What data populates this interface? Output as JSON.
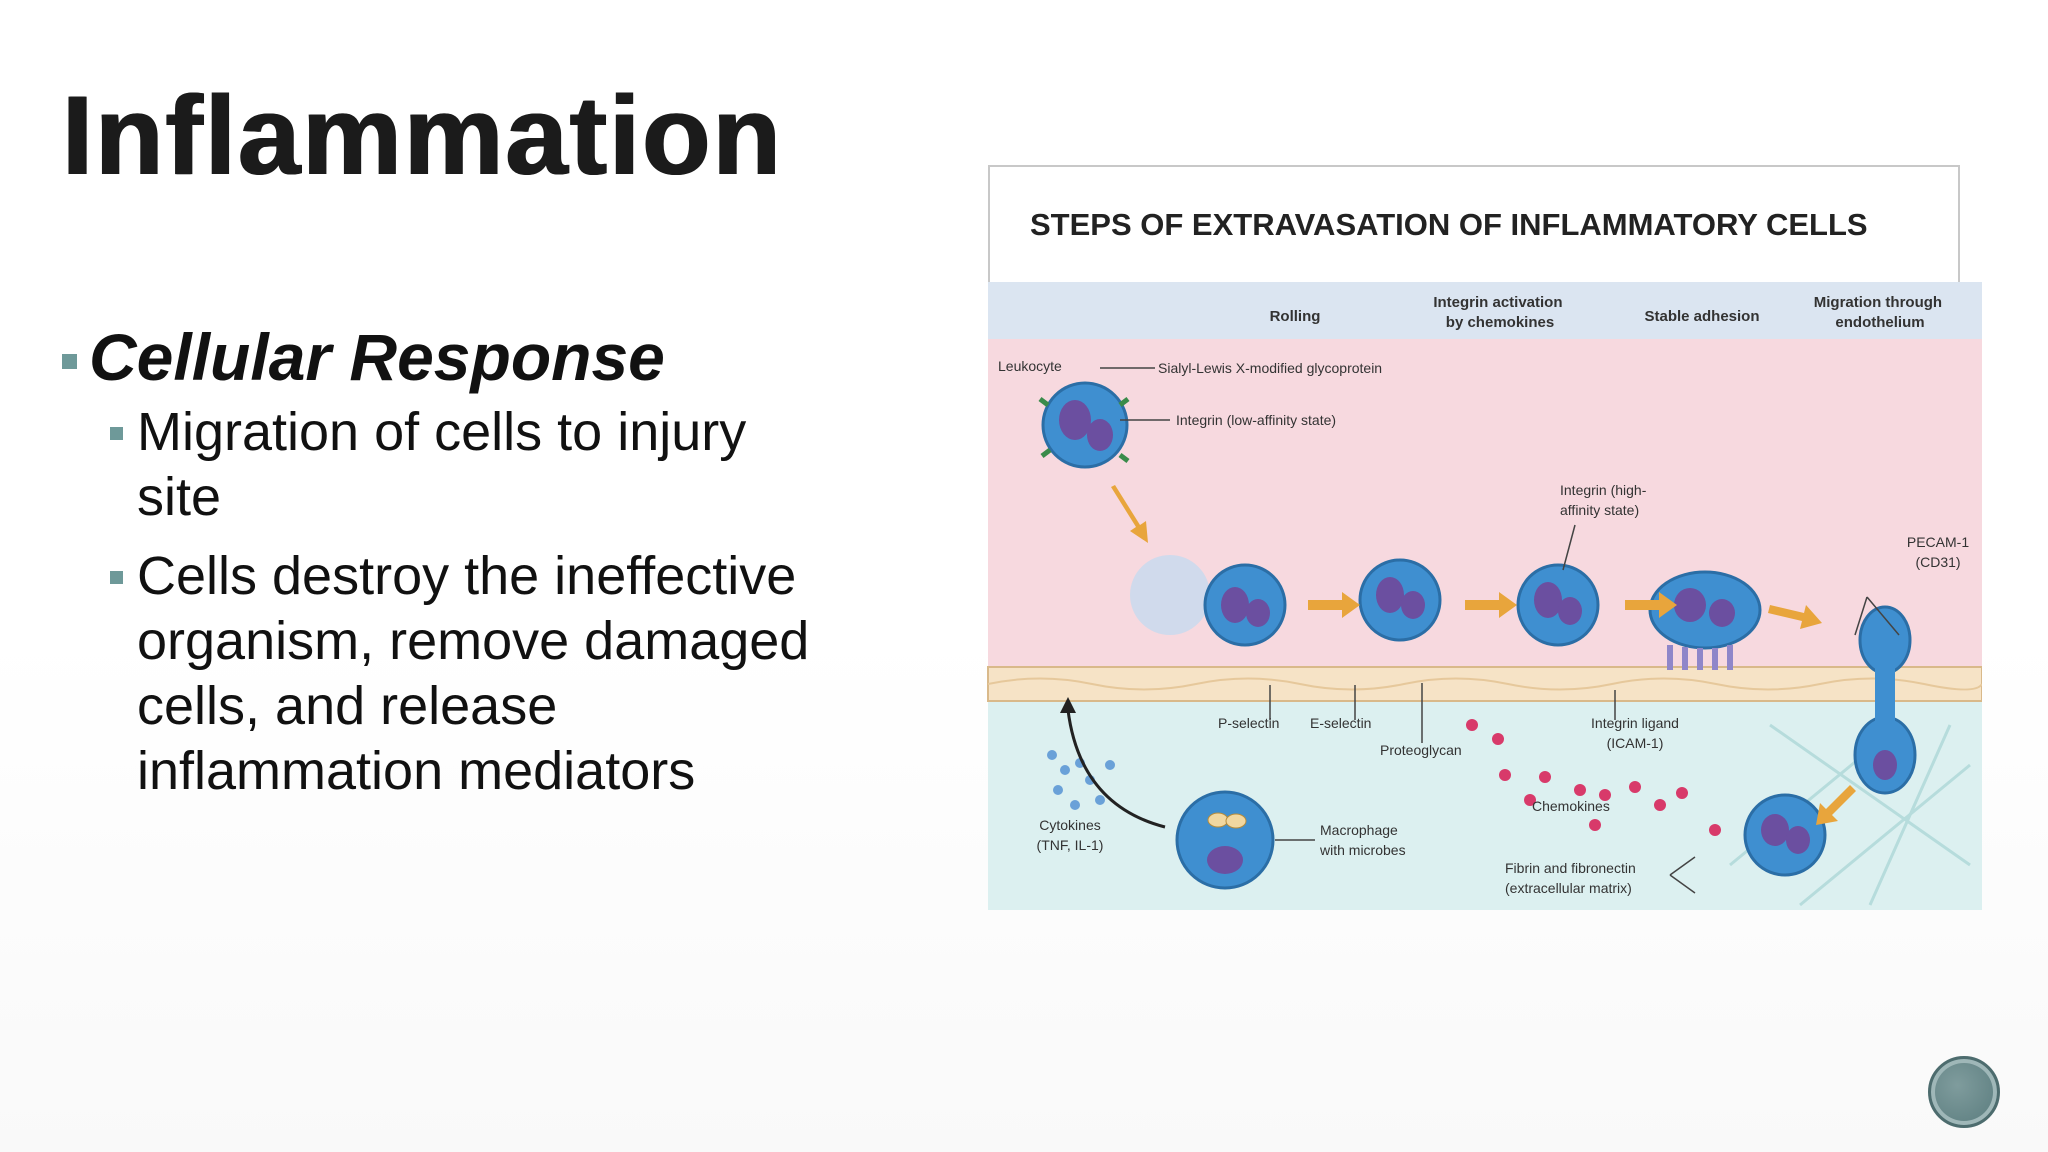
{
  "slide": {
    "title": "Inflammation",
    "heading": "Cellular Response",
    "bullets": [
      {
        "lines": [
          "Migration of cells to injury",
          "site"
        ]
      },
      {
        "lines": [
          "Cells destroy the ineffective",
          "organism, remove damaged",
          "cells, and release",
          "inflammation mediators"
        ]
      }
    ],
    "accent_color": "#6e9999"
  },
  "figure": {
    "title": "STEPS OF EXTRAVASATION OF INFLAMMATORY CELLS",
    "stages": [
      {
        "lines": [
          "Rolling"
        ]
      },
      {
        "lines": [
          "Integrin activation",
          "by chemokines"
        ]
      },
      {
        "lines": [
          "Stable adhesion"
        ]
      },
      {
        "lines": [
          "Migration through",
          "endothelium"
        ]
      }
    ],
    "labels": {
      "leukocyte": "Leukocyte",
      "sialyl": "Sialyl-Lewis X-modified glycoprotein",
      "integrin_low": "Integrin (low-affinity state)",
      "integrin_high": [
        "Integrin (high-",
        "affinity state)"
      ],
      "pecam": [
        "PECAM-1",
        "(CD31)"
      ],
      "p_selectin": "P-selectin",
      "e_selectin": "E-selectin",
      "proteoglycan": "Proteoglycan",
      "integrin_ligand": [
        "Integrin ligand",
        "(ICAM-1)"
      ],
      "chemokines": "Chemokines",
      "cytokines": [
        "Cytokines",
        "(TNF, IL-1)"
      ],
      "macrophage": [
        "Macrophage",
        "with microbes"
      ],
      "fibrin": [
        "Fibrin and fibronectin",
        "(extracellular matrix)"
      ]
    },
    "colors": {
      "vessel_lumen": "#f7d9df",
      "stage_band": "#dbe5f1",
      "tissue": "#dcf0f0",
      "endothelium": "#f6e3c6",
      "cell": "#3f8fd0",
      "nucleus": "#6b4fa0",
      "arrow": "#e8a53c",
      "chemokine": "#d83a6a"
    }
  }
}
